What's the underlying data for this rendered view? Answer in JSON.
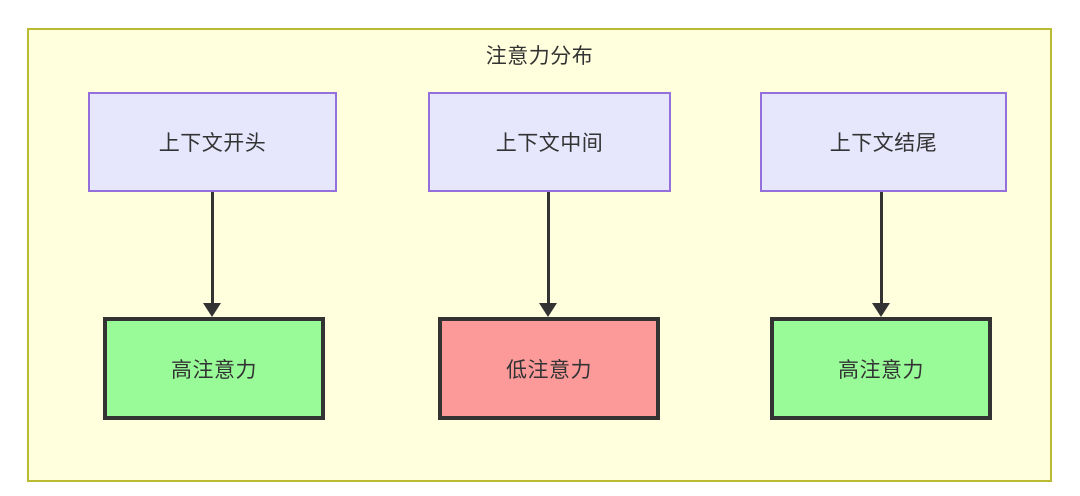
{
  "diagram": {
    "title": "注意力分布",
    "container": {
      "fill": "#ffffdd",
      "stroke": "#bbbb33"
    },
    "top_nodes": [
      {
        "label": "上下文开头",
        "fill": "#e6e6fd",
        "stroke": "#9370db"
      },
      {
        "label": "上下文中间",
        "fill": "#e6e6fd",
        "stroke": "#9370db"
      },
      {
        "label": "上下文结尾",
        "fill": "#e6e6fd",
        "stroke": "#9370db"
      }
    ],
    "bottom_nodes": [
      {
        "label": "高注意力",
        "fill": "#98fb98",
        "stroke": "#333333"
      },
      {
        "label": "低注意力",
        "fill": "#fc9a9a",
        "stroke": "#333333"
      },
      {
        "label": "高注意力",
        "fill": "#98fb98",
        "stroke": "#333333"
      }
    ],
    "edges": [
      {
        "from": "上下文开头",
        "to": "高注意力"
      },
      {
        "from": "上下文中间",
        "to": "低注意力"
      },
      {
        "from": "上下文结尾",
        "to": "高注意力"
      }
    ]
  }
}
